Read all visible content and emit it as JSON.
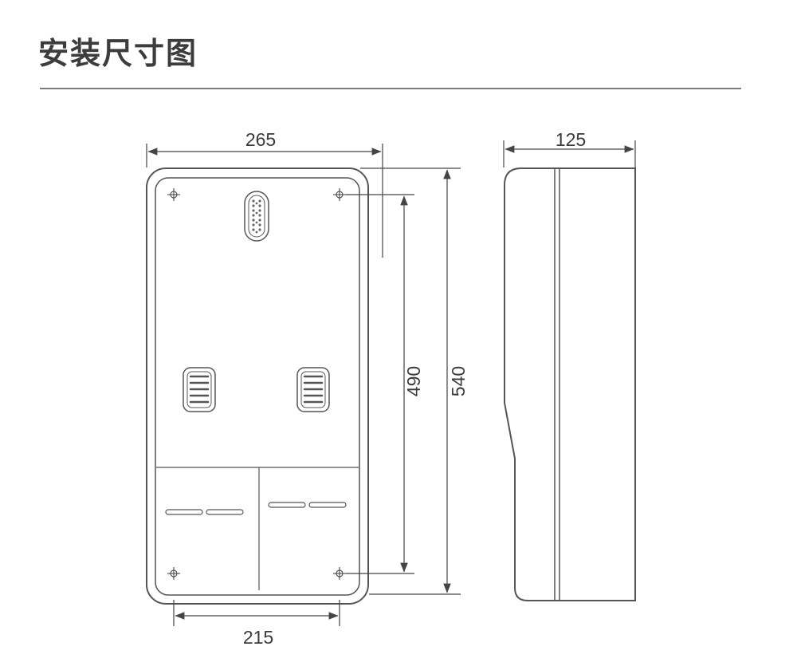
{
  "title": "安装尺寸图",
  "dimensions": {
    "width_front": "265",
    "depth_side": "125",
    "height_mounting": "490",
    "height_total": "540",
    "width_mounting": "215"
  }
}
